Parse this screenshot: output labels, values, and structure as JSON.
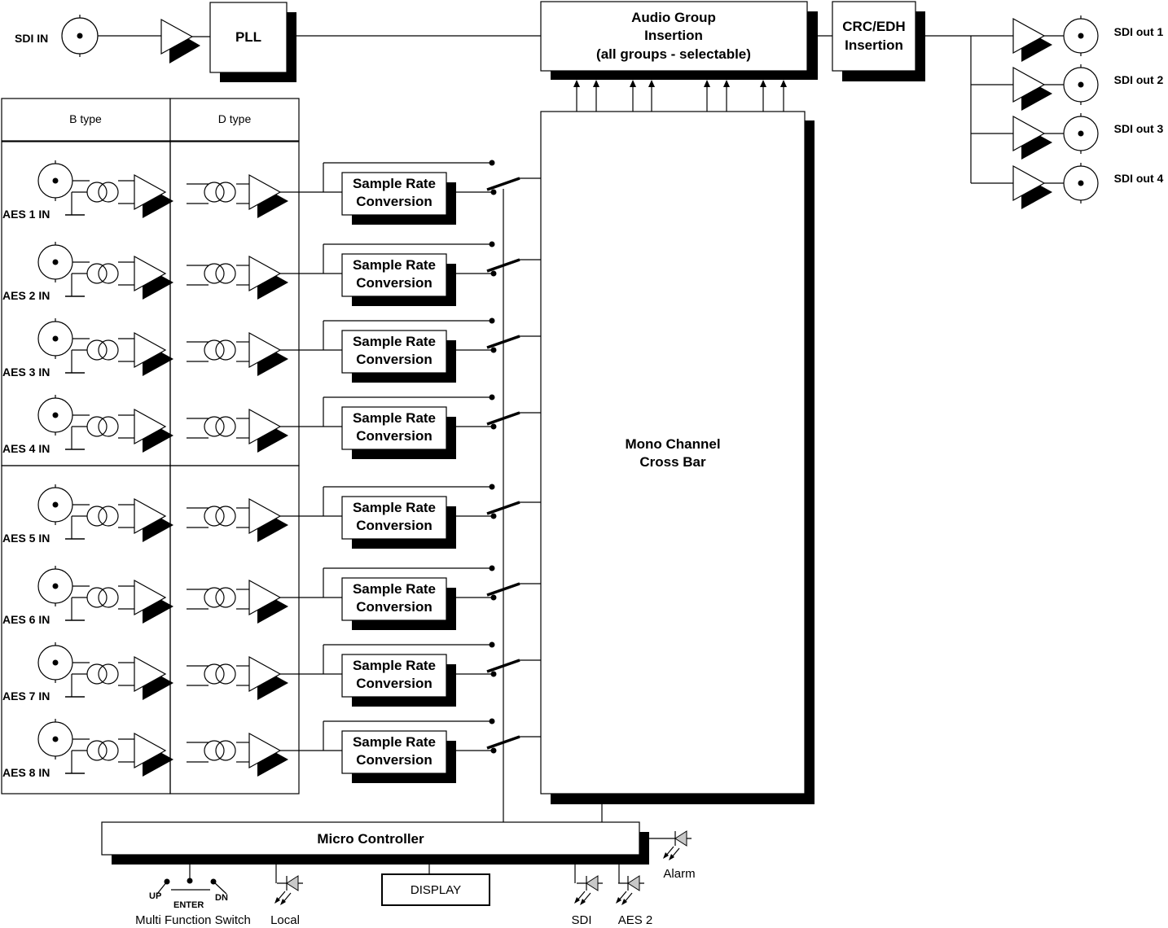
{
  "labels": {
    "sdi_in": "SDI IN",
    "pll": "PLL",
    "audio_group": [
      "Audio Group",
      "Insertion",
      "(all groups - selectable)"
    ],
    "crc_edh": [
      "CRC/EDH",
      "Insertion"
    ],
    "sdi_outputs": [
      "SDI out 1",
      "SDI out 2",
      "SDI out 3",
      "SDI out 4"
    ],
    "b_type": "B type",
    "d_type": "D type",
    "aes_inputs": [
      "AES 1 IN",
      "AES 2 IN",
      "AES 3 IN",
      "AES 4 IN",
      "AES 5 IN",
      "AES 6 IN",
      "AES 7 IN",
      "AES 8 IN"
    ],
    "src": [
      "Sample Rate",
      "Conversion"
    ],
    "crossbar": [
      "Mono Channel",
      "Cross Bar"
    ],
    "micro": "Micro Controller",
    "display": "DISPLAY",
    "switch_up": "UP",
    "switch_enter": "ENTER",
    "switch_dn": "DN",
    "switch_name": "Multi Function Switch",
    "led_local": "Local",
    "led_sdi": "SDI",
    "led_aes2": "AES 2",
    "led_alarm": "Alarm"
  }
}
